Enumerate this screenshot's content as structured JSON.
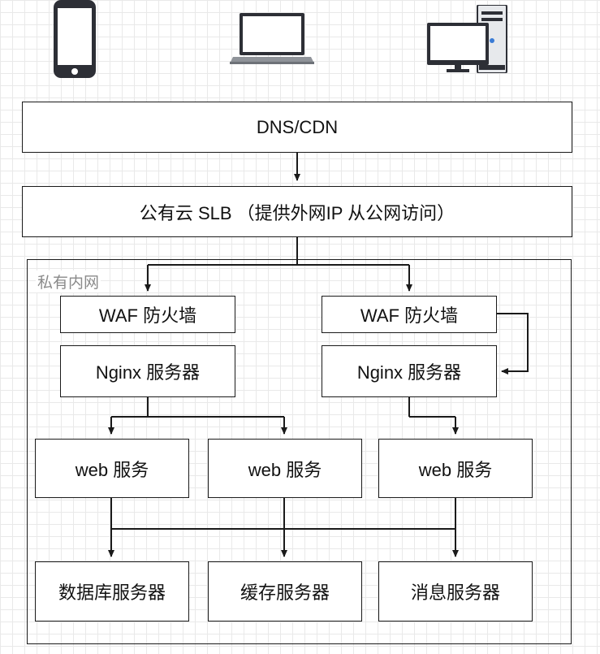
{
  "devices": [
    "phone-icon",
    "laptop-icon",
    "desktop-icon"
  ],
  "dns": "DNS/CDN",
  "slb": "公有云 SLB （提供外网IP 从公网访问）",
  "private_network": "私有内网",
  "left_branch": {
    "waf": "WAF  防火墙",
    "nginx": "Nginx 服务器"
  },
  "right_branch": {
    "waf": "WAF  防火墙",
    "nginx": "Nginx 服务器"
  },
  "web_services": [
    "web 服务",
    "web 服务",
    "web 服务"
  ],
  "backends": [
    "数据库服务器",
    "缓存服务器",
    "消息服务器"
  ]
}
